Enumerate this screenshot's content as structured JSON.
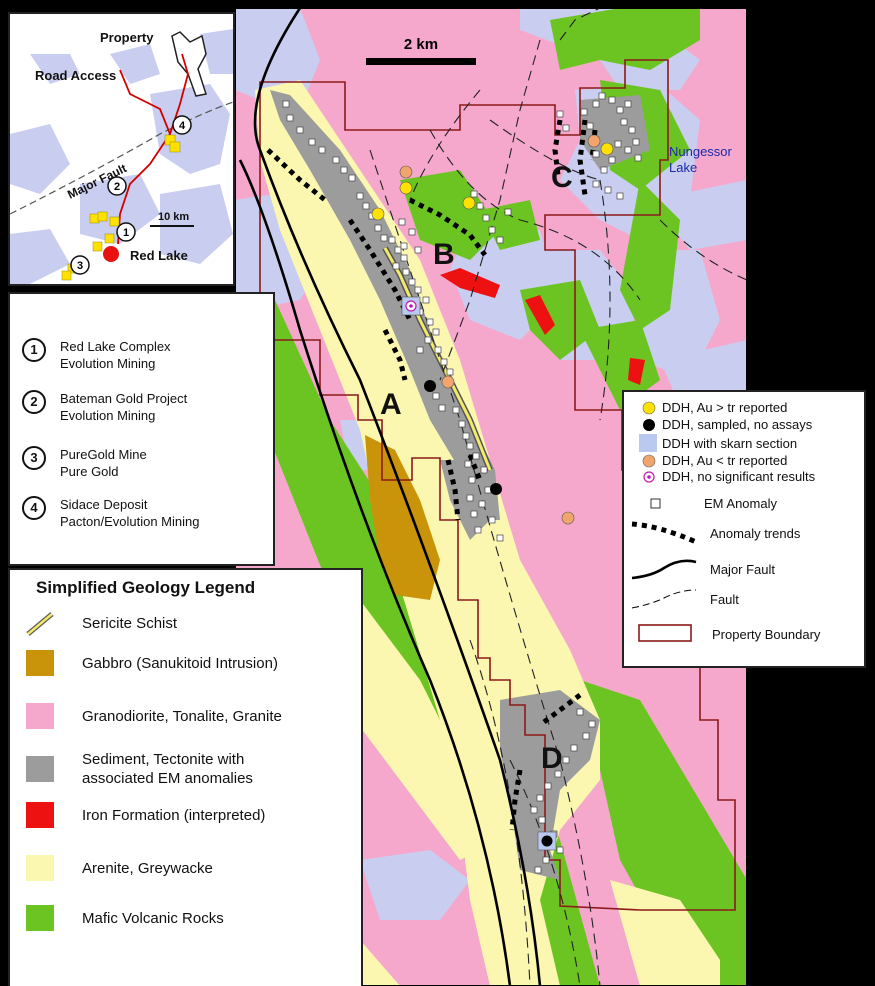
{
  "map": {
    "scale_label": "2 km",
    "deposit_labels": [
      "A",
      "B",
      "C",
      "D"
    ],
    "lake_label_line1": "Nungessor",
    "lake_label_line2": "Lake"
  },
  "inset": {
    "labels": {
      "property": "Property",
      "road_access": "Road Access",
      "major_fault": "Major Fault",
      "scale": "10 km",
      "red_lake": "Red Lake"
    },
    "markers": [
      "1",
      "2",
      "3",
      "4"
    ]
  },
  "mines": [
    {
      "num": "1",
      "name": "Red Lake Complex",
      "owner": "Evolution Mining"
    },
    {
      "num": "2",
      "name": "Bateman Gold Project",
      "owner": "Evolution Mining"
    },
    {
      "num": "3",
      "name": "PureGold Mine",
      "owner": "Pure Gold"
    },
    {
      "num": "4",
      "name": "Sidace Deposit",
      "owner": "Pacton/Evolution Mining"
    }
  ],
  "geology_legend": {
    "title": "Simplified Geology Legend",
    "items": [
      {
        "label": "Sericite Schist",
        "color": "#f2ea6a"
      },
      {
        "label": "Gabbro (Sanukitoid Intrusion)",
        "color": "#c9930a"
      },
      {
        "label": "Granodiorite, Tonalite, Granite",
        "color": "#f5a8cc"
      },
      {
        "label": "Sediment, Tectonite with",
        "label2": "associated EM anomalies",
        "color": "#9c9c9c"
      },
      {
        "label": "Iron Formation (interpreted)",
        "color": "#ee1111"
      },
      {
        "label": "Arenite, Greywacke",
        "color": "#fbf7b0"
      },
      {
        "label": "Mafic Volcanic Rocks",
        "color": "#6cc422"
      }
    ]
  },
  "symbol_legend": {
    "items": [
      "DDH, Au > tr reported",
      "DDH, sampled, no assays",
      "DDH with skarn section",
      "DDH, Au < tr reported",
      "DDH, no significant results",
      "EM Anomaly",
      "Anomaly trends",
      "Major Fault",
      "Fault",
      "Property Boundary"
    ],
    "colors": {
      "au_gt_tr": "#ffe100",
      "sampled": "#000000",
      "skarn": "#b9c9ef",
      "au_lt_tr": "#f1a56c",
      "no_sig": "#c21ab0",
      "boundary": "#8b1a1a"
    }
  }
}
